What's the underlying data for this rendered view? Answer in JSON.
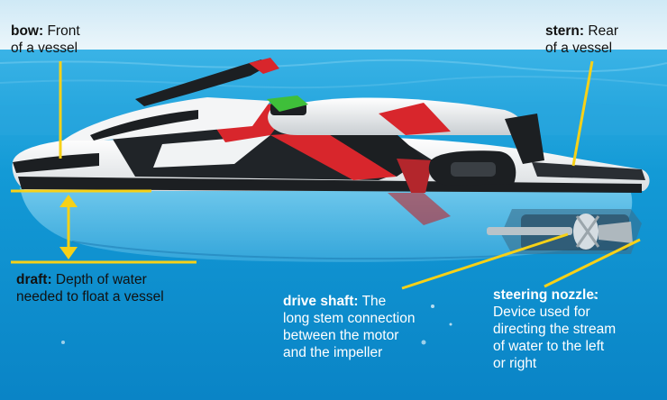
{
  "labels": {
    "bow": {
      "term": "bow:",
      "line1": "Front",
      "line2": "of a vessel"
    },
    "stern": {
      "term": "stern:",
      "line1": "Rear",
      "line2": "of a vessel"
    },
    "draft": {
      "term": "draft:",
      "line1": "Depth of water",
      "line2": "needed to float a vessel"
    },
    "drive_shaft": {
      "term": "drive shaft:",
      "line1": "The",
      "line2": "long stem connection",
      "line3": "between the motor",
      "line4": "and the impeller"
    },
    "steering_nozzle": {
      "term": "steering nozzle:",
      "line1": "Device used for",
      "line2": "directing the stream",
      "line3": "of water to the left",
      "line4": "or right"
    }
  },
  "colors": {
    "pointer": "#f7d117",
    "water_deep": "#0a8fd0",
    "water_surface": "#38b4e6",
    "sky": "#d7eef7",
    "hull_white": "#f2f4f5",
    "hull_black": "#1c1f22",
    "accent_red": "#d8262c"
  }
}
